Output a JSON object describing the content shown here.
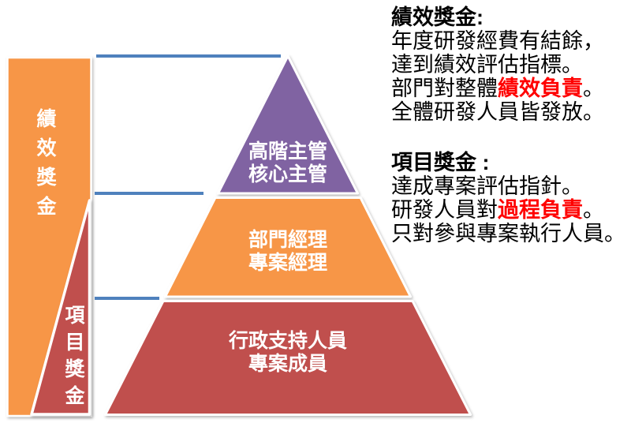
{
  "colors": {
    "orange": "#F79646",
    "red": "#C0504D",
    "purple": "#8064A2",
    "blue": "#4F81BD",
    "highlight": "#FF0000",
    "text": "#000000",
    "label_white": "#FFFFFF"
  },
  "left_bars": {
    "performance_label": "績效獎金",
    "project_label": "項目獎金"
  },
  "pyramid": {
    "levels": [
      {
        "name": "top",
        "color": "#8064A2",
        "lines": [
          "高階主管",
          "核心主管"
        ]
      },
      {
        "name": "middle",
        "color": "#F79646",
        "lines": [
          "部門經理",
          "專案經理"
        ]
      },
      {
        "name": "bottom",
        "color": "#C0504D",
        "lines": [
          "行政支持人員",
          "專案成員"
        ]
      }
    ]
  },
  "annotations": {
    "performance": {
      "title": "績效獎金:",
      "line1": "年度研發經費有結餘，",
      "line2": "達到績效評估指標。",
      "line3_prefix": "部門對整體",
      "line3_highlight": "績效負責",
      "line3_suffix": "。",
      "line4": "全體研發人員皆發放。"
    },
    "project": {
      "title": "項目獎金 :",
      "line1": "達成專案評估指針。",
      "line2_prefix": "研發人員對",
      "line2_highlight": "過程負責",
      "line2_suffix": "。",
      "line3": "只對參與專案執行人員。"
    }
  }
}
